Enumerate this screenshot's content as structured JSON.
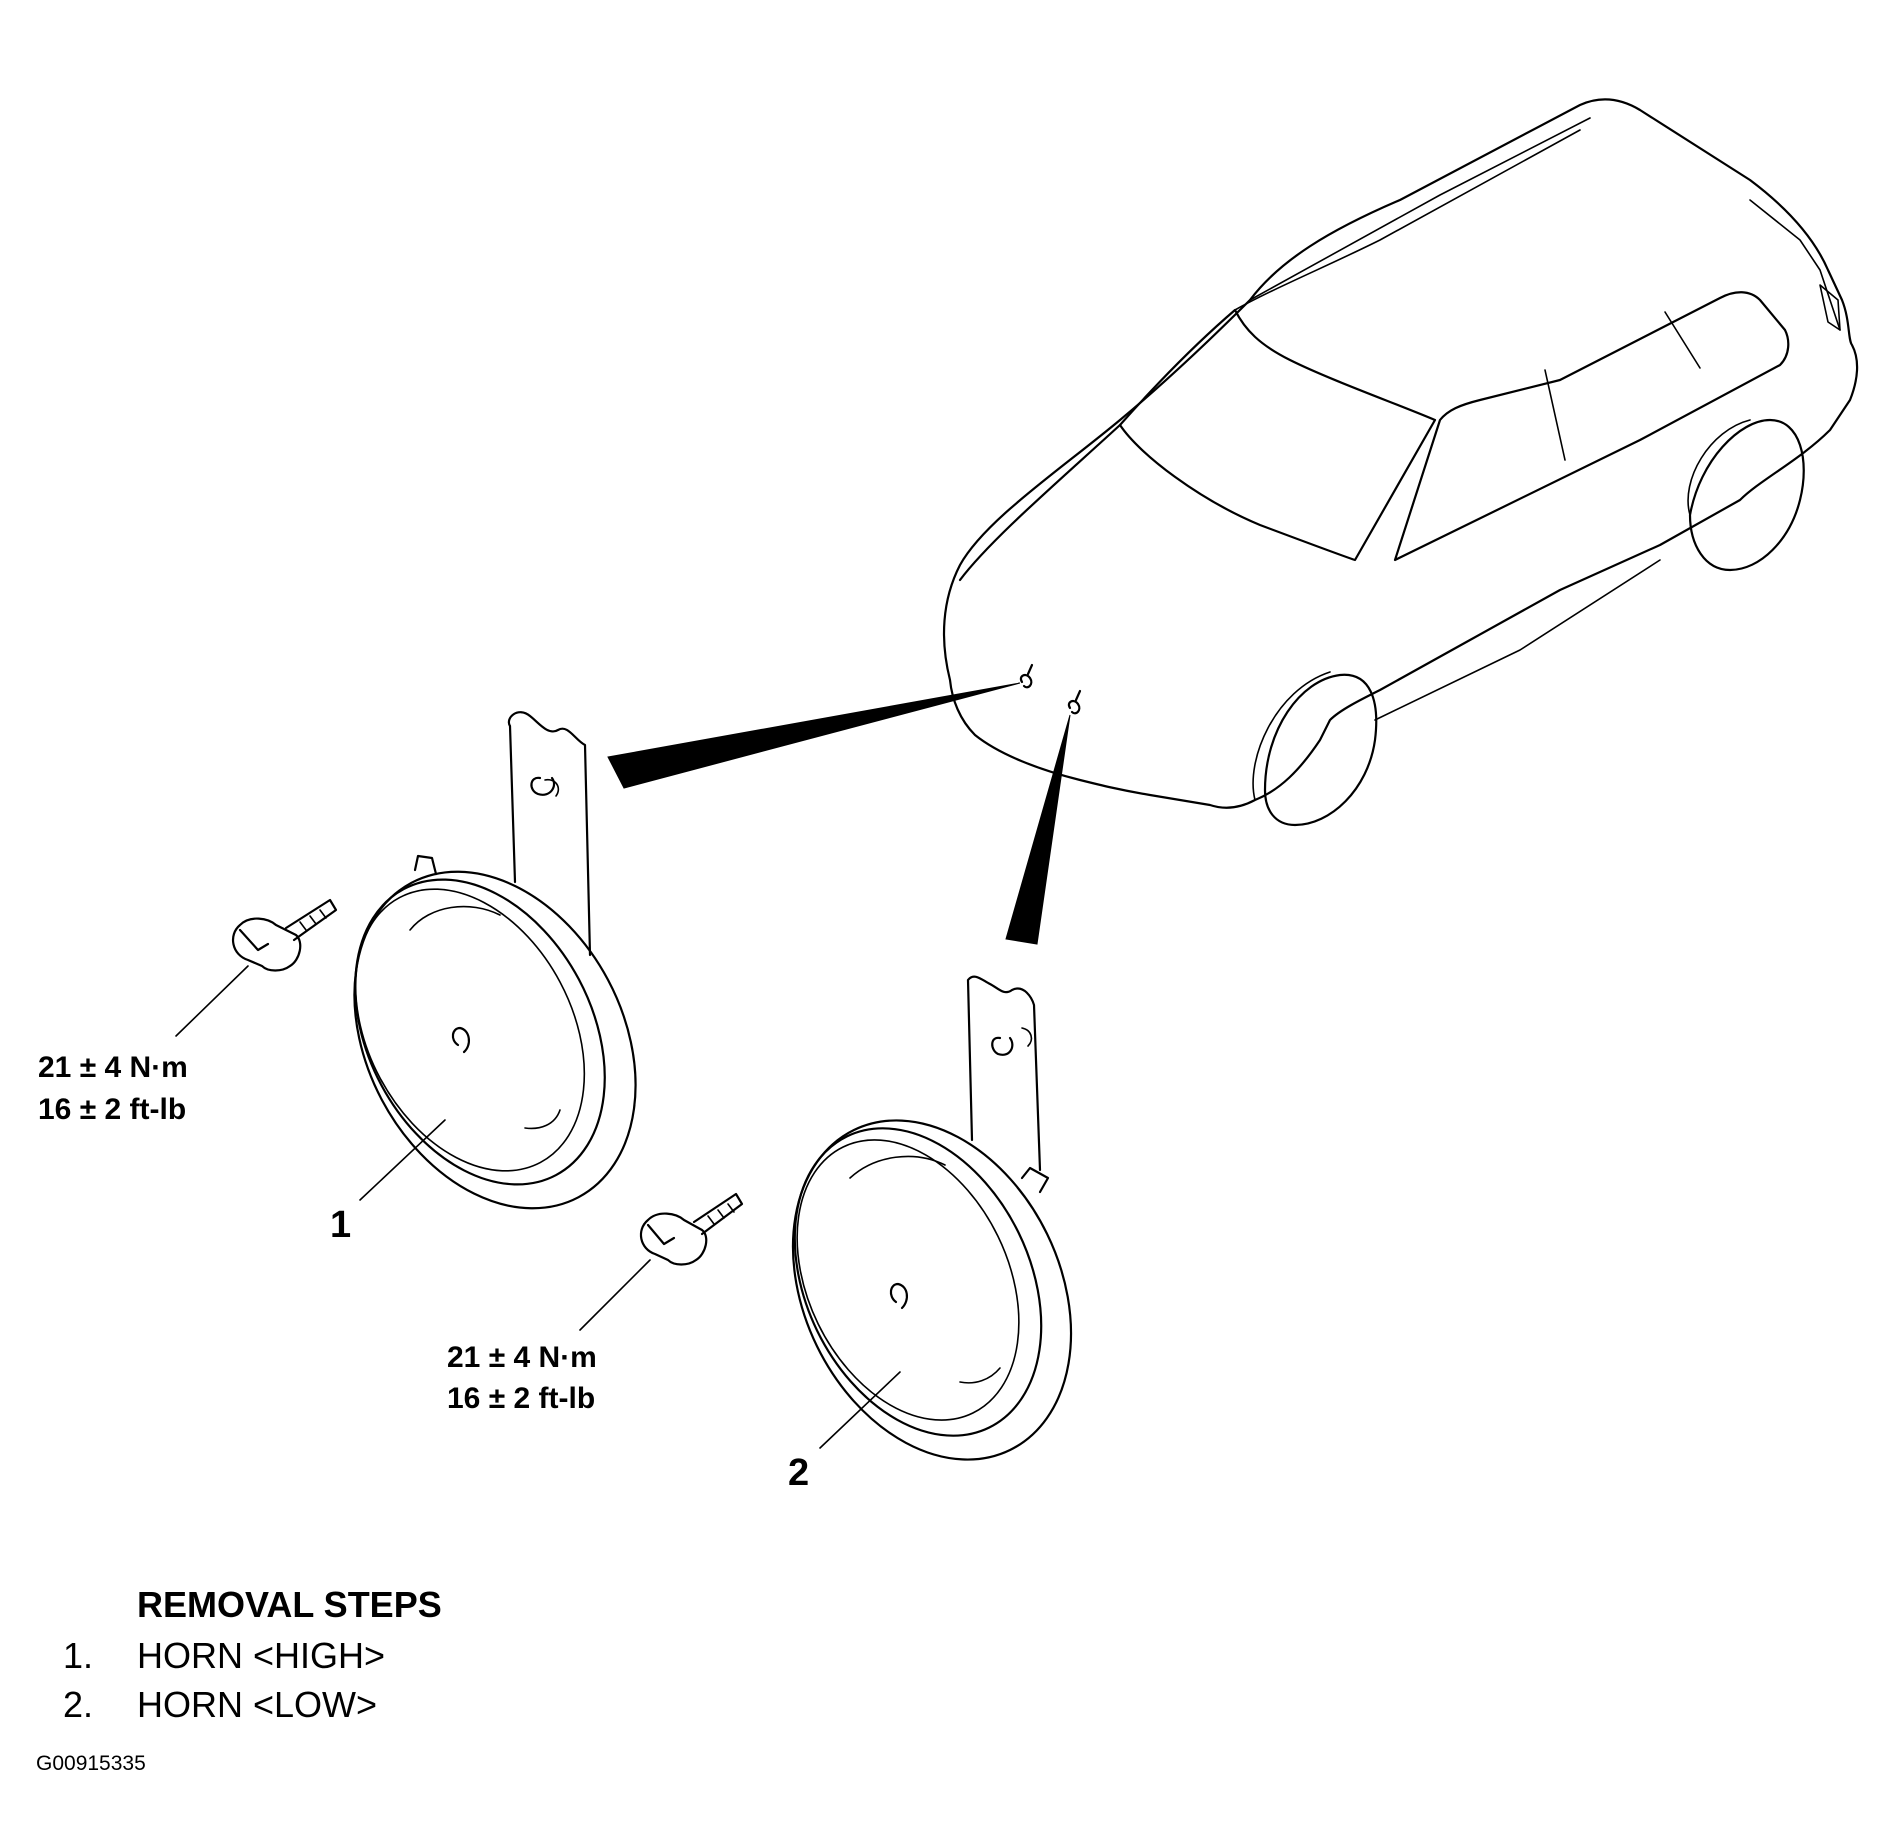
{
  "callouts": {
    "horn_high_number": "1",
    "horn_low_number": "2"
  },
  "torque": {
    "horn_high": {
      "metric": "21 ± 4 N·m",
      "imperial": "16 ± 2 ft-lb"
    },
    "horn_low": {
      "metric": "21 ± 4 N·m",
      "imperial": "16 ± 2 ft-lb"
    }
  },
  "removal_steps": {
    "title": "REMOVAL STEPS",
    "items": [
      {
        "number": "1.",
        "label": "HORN <HIGH>"
      },
      {
        "number": "2.",
        "label": "HORN <LOW>"
      }
    ]
  },
  "figure_id": "G00915335"
}
